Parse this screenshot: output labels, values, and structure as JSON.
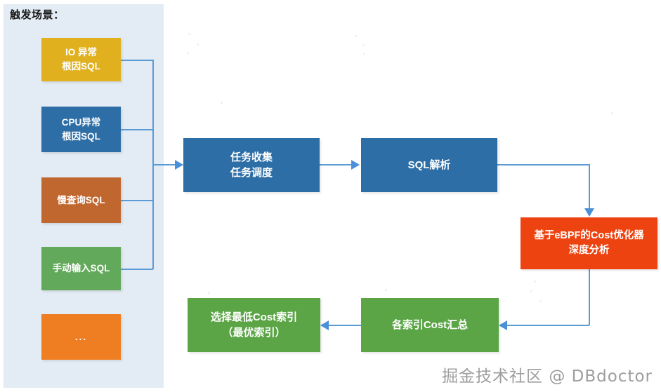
{
  "diagram": {
    "type": "flowchart",
    "title_panel": {
      "label": "触发场景：",
      "background": "#e3ebf4"
    },
    "trigger_nodes": [
      {
        "name": "io-anomaly-sql",
        "line1": "IO 异常",
        "line2": "根因SQL",
        "color": "#e0b01e"
      },
      {
        "name": "cpu-anomaly-sql",
        "line1": "CPU异常",
        "line2": "根因SQL",
        "color": "#2e6ea6"
      },
      {
        "name": "slow-query-sql",
        "line1": "慢查询SQL",
        "line2": "",
        "color": "#c0672f"
      },
      {
        "name": "manual-input-sql",
        "line1": "手动输入SQL",
        "line2": "",
        "color": "#62a95b"
      },
      {
        "name": "more-sql",
        "line1": "...",
        "line2": "",
        "color": "#ef7d22"
      }
    ],
    "pipeline_nodes": [
      {
        "name": "task-collect-schedule",
        "line1": "任务收集",
        "line2": "任务调度",
        "color": "#2e6ea6"
      },
      {
        "name": "sql-parse",
        "line1": "SQL解析",
        "line2": "",
        "color": "#2e6ea6"
      },
      {
        "name": "ebpf-cost-optimizer",
        "line1": "基于eBPF的Cost优化器",
        "line2": "深度分析",
        "color": "#ed4311"
      },
      {
        "name": "index-cost-summary",
        "line1": "各索引Cost汇总",
        "line2": "",
        "color": "#5ba546"
      },
      {
        "name": "select-lowest-cost",
        "line1": "选择最低Cost索引",
        "line2": "（最优索引）",
        "color": "#5ba546"
      }
    ],
    "connector_color": "#5b9bd5",
    "arrow_color": "#4a90d9"
  },
  "watermark": {
    "text": "掘金技术社区 @ DBdoctor"
  }
}
